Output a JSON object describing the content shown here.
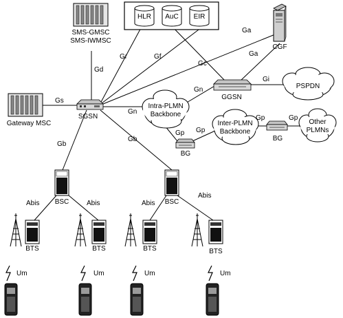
{
  "nodes": {
    "sms_gmsc": {
      "line1": "SMS-GMSC",
      "line2": "SMS-IWMSC"
    },
    "gateway_msc": "Gateway MSC",
    "sgsn": "SGSN",
    "hlr": "HLR",
    "auc": "AuC",
    "eir": "EIR",
    "cgf": "CGF",
    "ggsn": "GGSN",
    "pspdn": "PSPDN",
    "intra_plmn": {
      "line1": "Intra-PLMN",
      "line2": "Backbone"
    },
    "inter_plmn": {
      "line1": "Inter-PLMN",
      "line2": "Backbone"
    },
    "other_plmns": {
      "line1": "Other",
      "line2": "PLMNs"
    },
    "bg_inner": "BG",
    "bg_outer": "BG",
    "bsc_left": "BSC",
    "bsc_right": "BSC",
    "bts": [
      "BTS",
      "BTS",
      "BTS",
      "BTS"
    ]
  },
  "interfaces": {
    "gd": "Gd",
    "gs": "Gs",
    "gr": "Gr",
    "gf": "Gf",
    "gc": "Gc",
    "ga_top": "Ga",
    "ga_cgf": "Ga",
    "gn_sgsn": "Gn",
    "gn_ggsn": "Gn",
    "gi": "Gi",
    "gp_bg_left": "Gp",
    "gp_bg_right": "Gp",
    "gp_outer_left": "Gp",
    "gp_outer_right": "Gp",
    "gb_left": "Gb",
    "gb_right": "Gb",
    "abis": [
      "Abis",
      "Abis",
      "Abis",
      "Abis"
    ],
    "um": [
      "Um",
      "Um",
      "Um",
      "Um"
    ]
  }
}
